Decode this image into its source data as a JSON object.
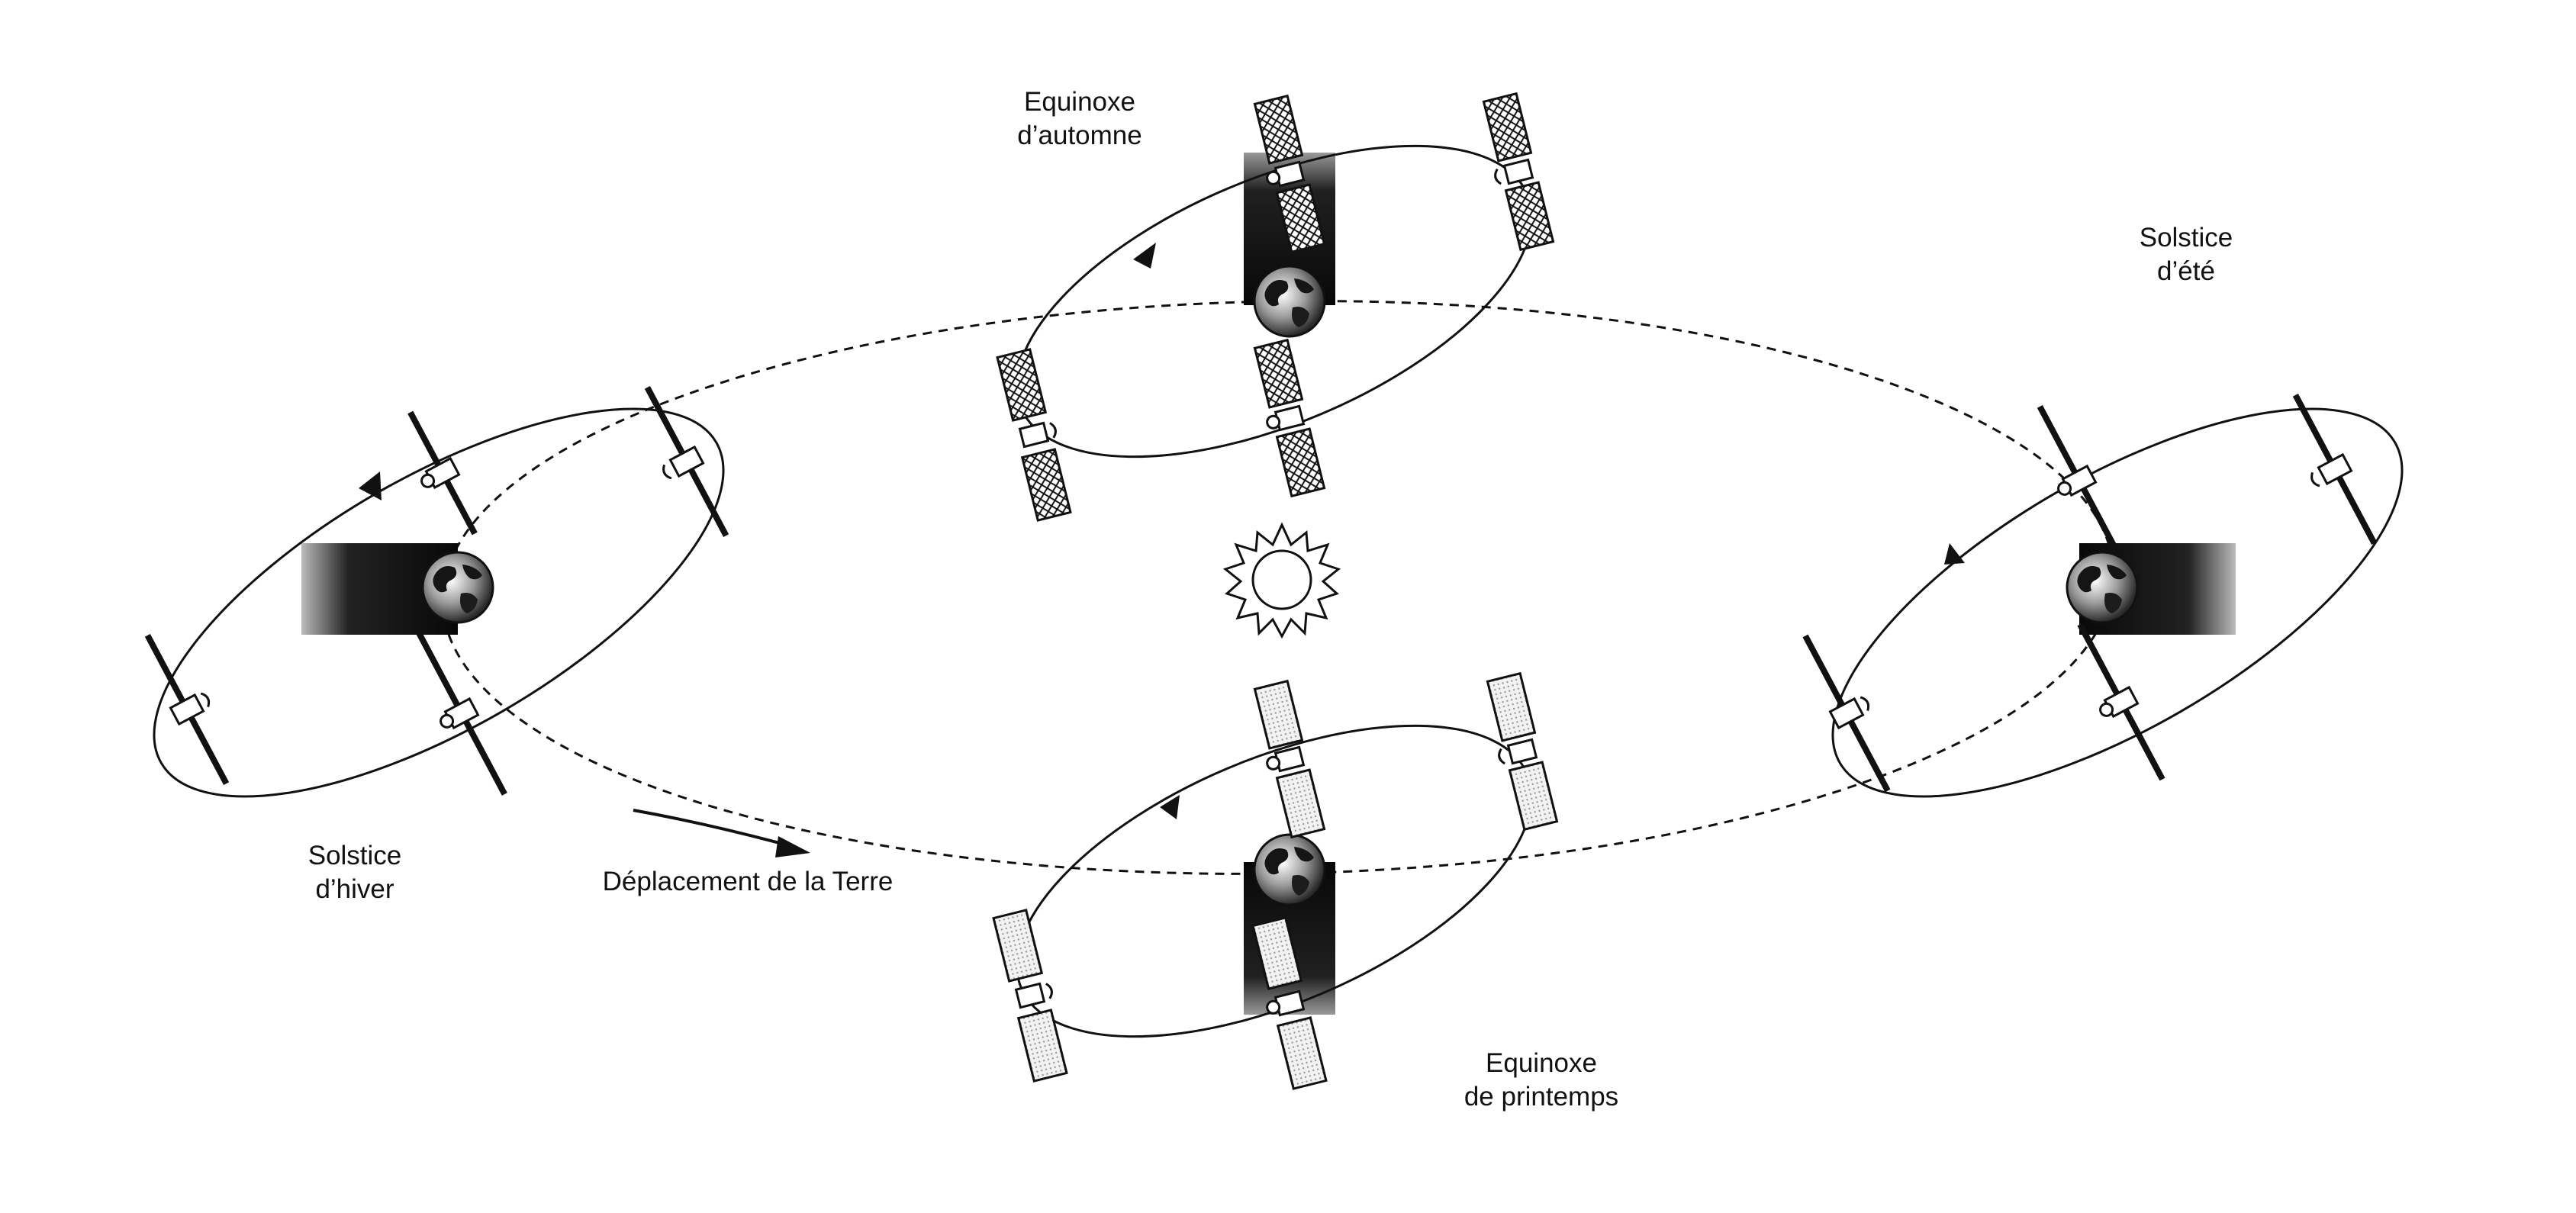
{
  "labels": {
    "equinoxe_automne": [
      "Equinoxe",
      "d’automne"
    ],
    "solstice_ete": [
      "Solstice",
      "d’été"
    ],
    "solstice_hiver": [
      "Solstice",
      "d’hiver"
    ],
    "equinoxe_printemps": [
      "Equinoxe",
      "de printemps"
    ],
    "deplacement_terre": "Déplacement de la Terre"
  },
  "colors": {
    "line": "#111111",
    "shadow": "#0a0a0a",
    "background": "#ffffff"
  },
  "icons": [
    "sun-icon",
    "earth-icon",
    "satellite-icon",
    "arrow-icon"
  ]
}
